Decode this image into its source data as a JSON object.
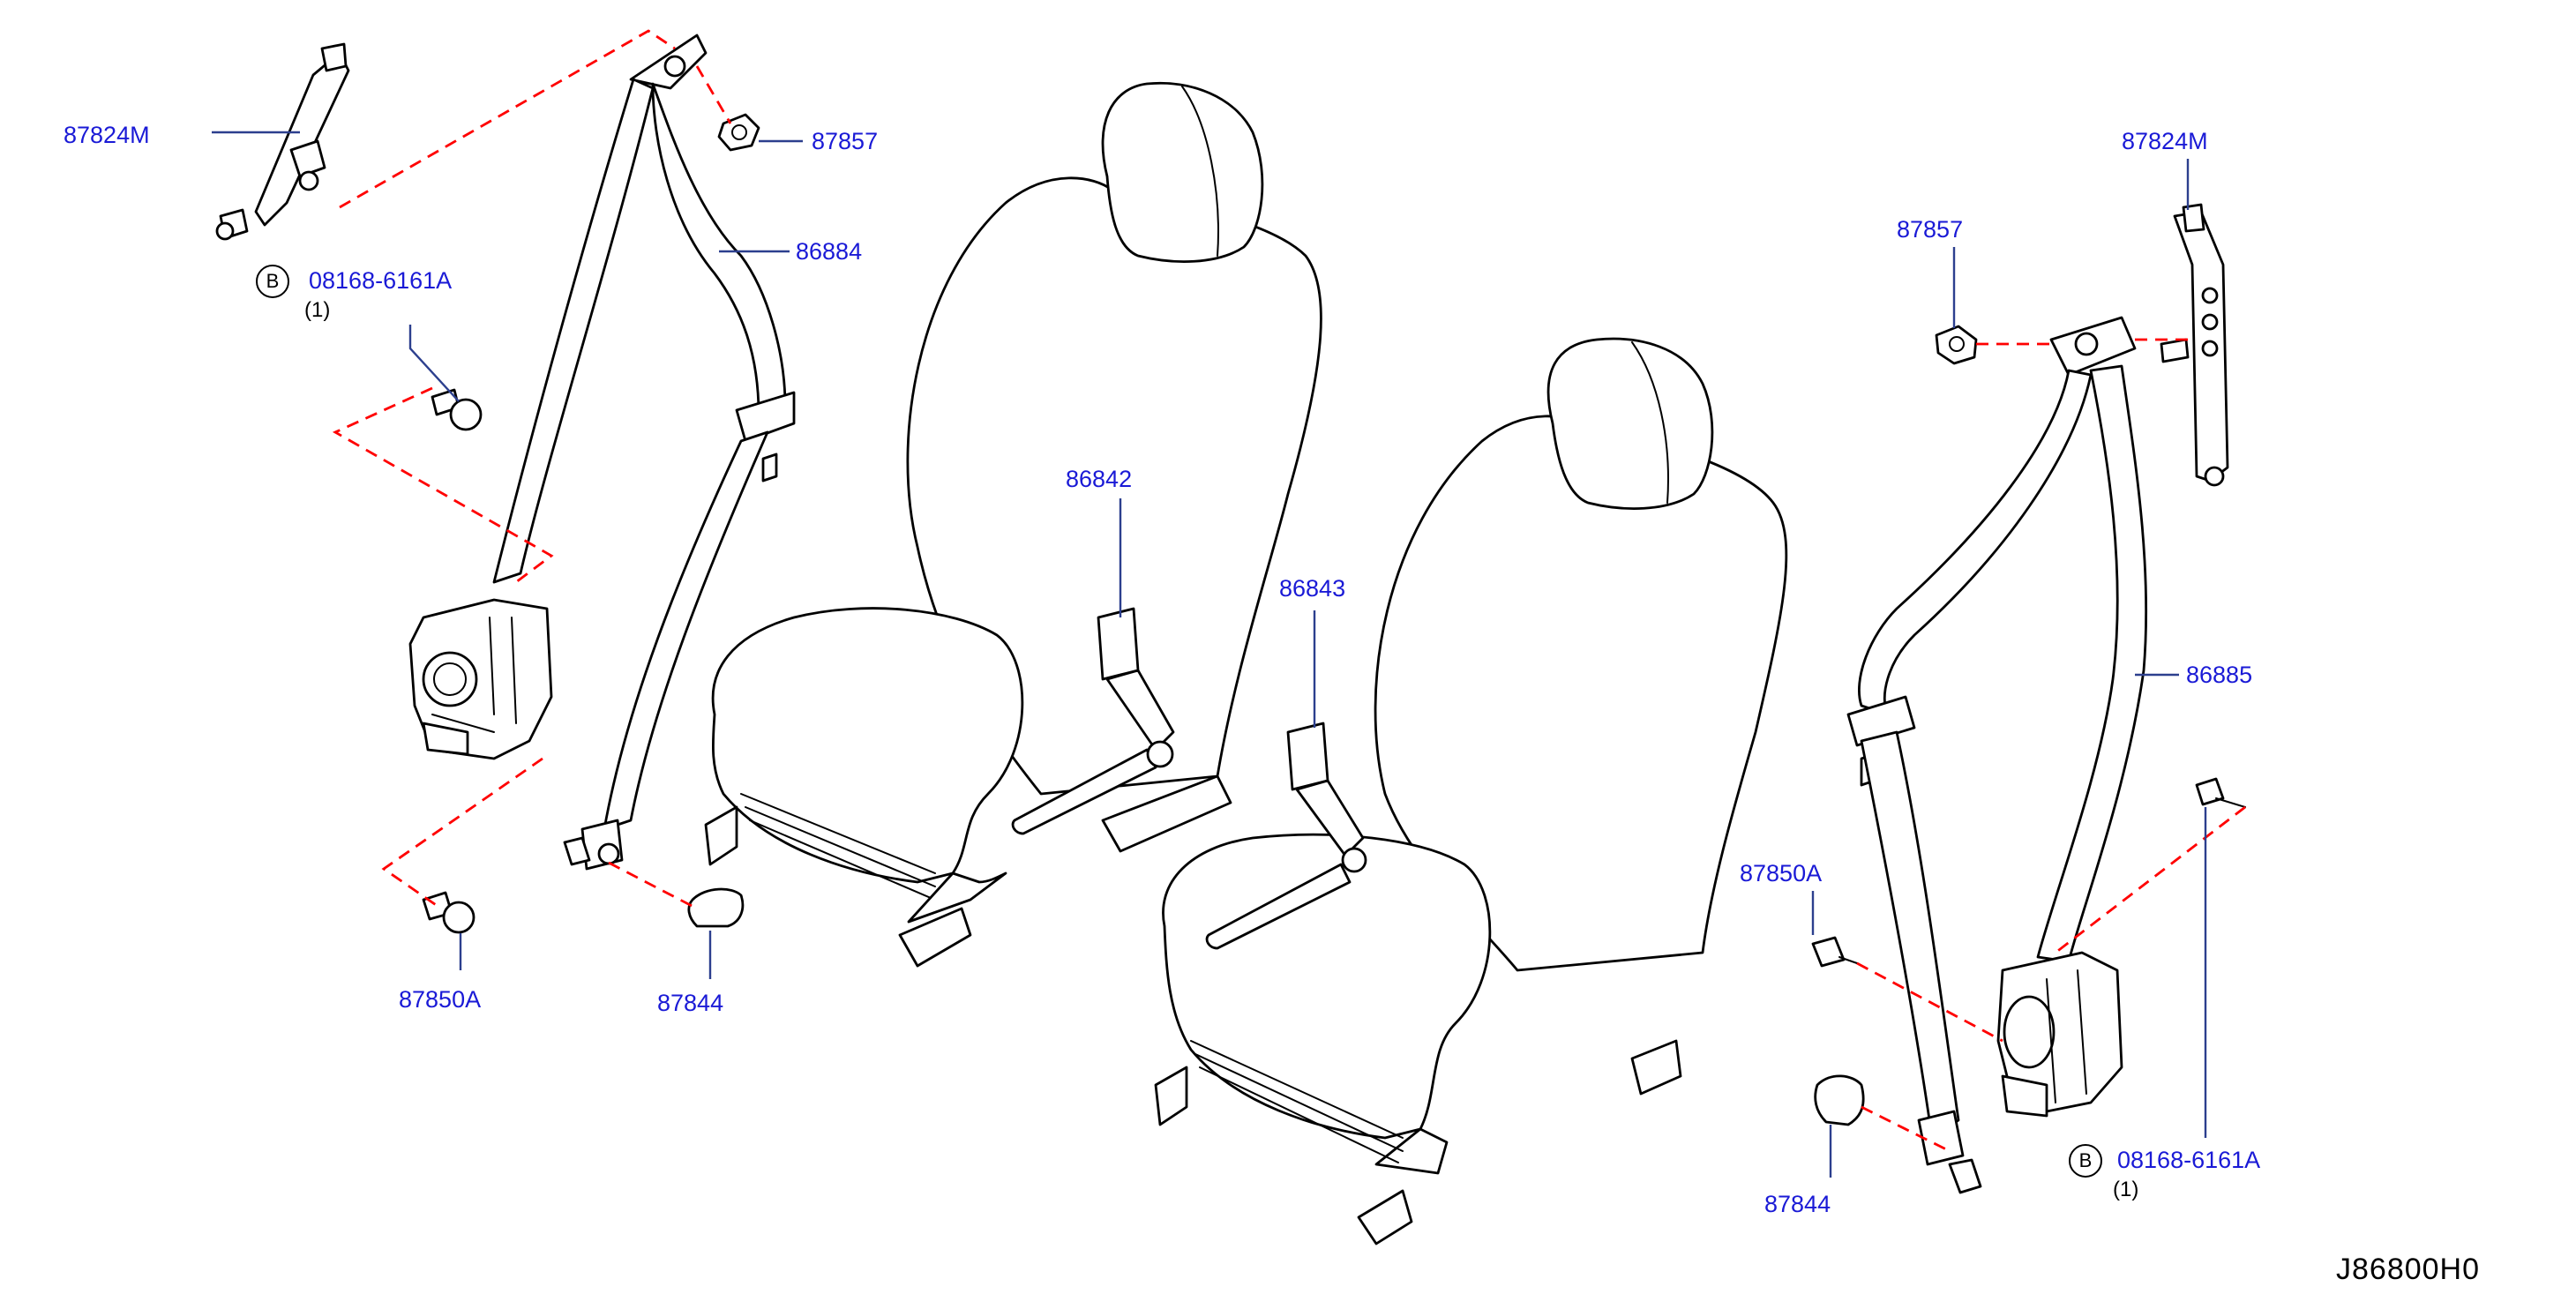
{
  "diagram_ref": "J86800H0",
  "bolt_symbol": "B",
  "labels": {
    "p87824M_left": "87824M",
    "p87857_left": "87857",
    "p86884": "86884",
    "p08168_left": "08168-6161A",
    "p08168_left_qty": "(1)",
    "p86842": "86842",
    "p86843": "86843",
    "p87850A_left": "87850A",
    "p87844_left": "87844",
    "p87824M_right": "87824M",
    "p87857_right": "87857",
    "p86885": "86885",
    "p87850A_right": "87850A",
    "p87844_right": "87844",
    "p08168_right": "08168-6161A",
    "p08168_right_qty": "(1)"
  },
  "colors": {
    "part_number_text": "#1a1ad6",
    "leader_line": "#2c3f8e",
    "dashed_link": "#ff0000",
    "outline": "#000000"
  }
}
